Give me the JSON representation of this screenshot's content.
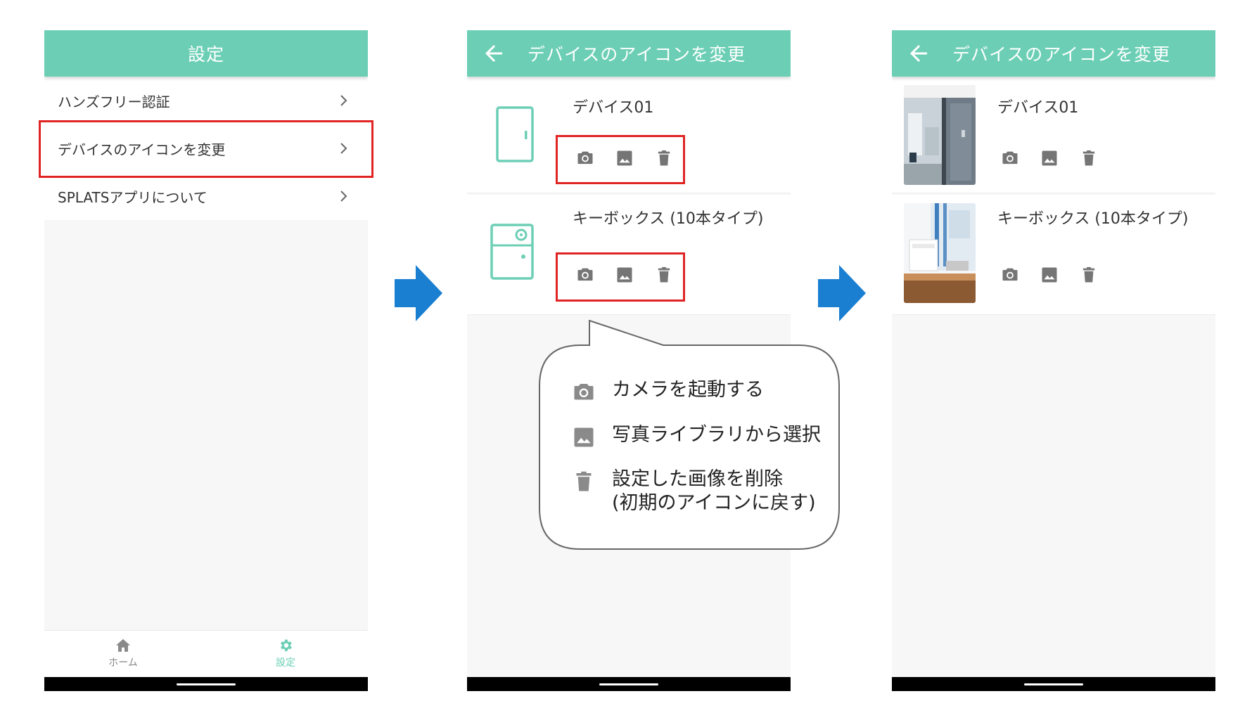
{
  "screen1": {
    "title": "設定",
    "menu": [
      {
        "label": "ハンズフリー認証"
      },
      {
        "label": "デバイスのアイコンを変更"
      },
      {
        "label": "SPLATSアプリについて"
      }
    ],
    "nav": {
      "home": "ホーム",
      "settings": "設定"
    },
    "colors": {
      "accent": "#6ccfb5",
      "highlight": "#e02424"
    }
  },
  "screen2": {
    "title": "デバイスのアイコンを変更",
    "devices": [
      {
        "name": "デバイス01",
        "icon": "door-icon"
      },
      {
        "name": "キーボックス (10本タイプ)",
        "icon": "keybox-icon"
      }
    ]
  },
  "screen3": {
    "title": "デバイスのアイコンを変更",
    "devices": [
      {
        "name": "デバイス01",
        "image": "office-door-photo"
      },
      {
        "name": "キーボックス (10本タイプ)",
        "image": "desk-keybox-photo"
      }
    ]
  },
  "legend": {
    "camera": "カメラを起動する",
    "library": "写真ライブラリから選択",
    "delete_line1": "設定した画像を削除",
    "delete_line2": "(初期のアイコンに戻す)"
  }
}
